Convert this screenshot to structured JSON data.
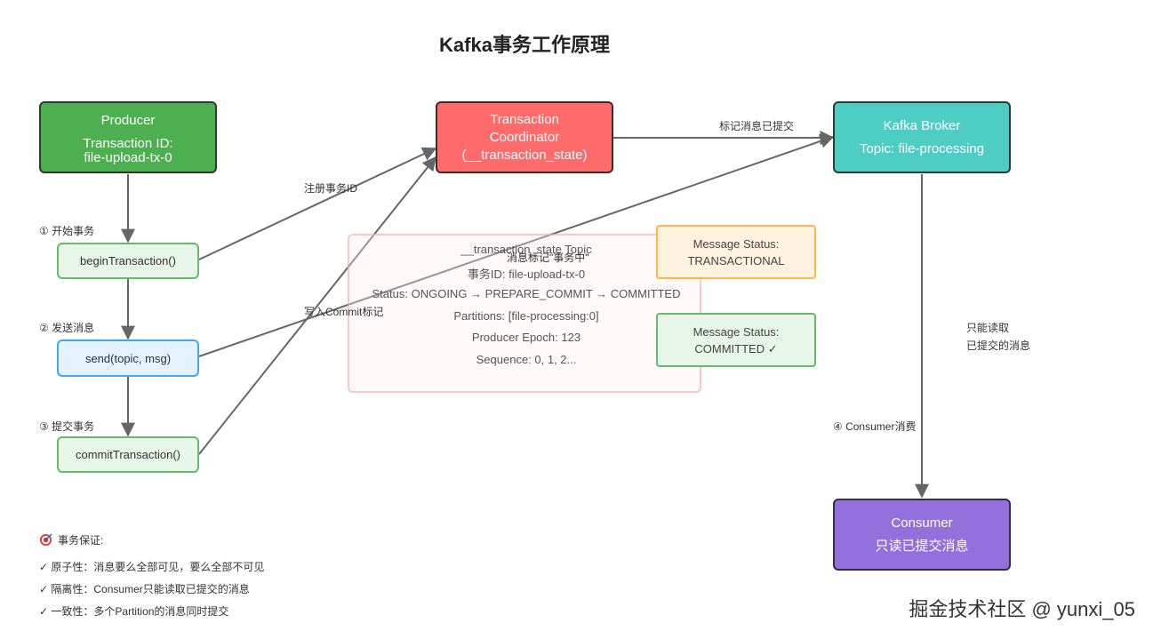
{
  "title": "Kafka事务工作原理",
  "nodes": {
    "producer": {
      "label": "Producer",
      "line2": "Transaction ID:",
      "line3": "file-upload-tx-0"
    },
    "coordinator": {
      "line1": "Transaction",
      "line2": "Coordinator",
      "line3": "(__transaction_state)"
    },
    "broker": {
      "label": "Kafka Broker",
      "line2": "Topic: file-processing"
    },
    "consumer": {
      "label": "Consumer",
      "line2": "只读已提交消息"
    }
  },
  "steps": {
    "begin": {
      "label": "beginTransaction()",
      "step_label": "① 开始事务"
    },
    "send": {
      "label": "send(topic, msg)",
      "step_label": "② 发送消息"
    },
    "commit": {
      "label": "commitTransaction()",
      "step_label": "③ 提交事务"
    }
  },
  "edge_labels": {
    "register": "注册事务ID",
    "mark_committed": "标记消息已提交",
    "mark_in_tx": "消息标记\"事务中\"",
    "write_commit": "写入Commit标记",
    "consume_step": "④ Consumer消费",
    "read_only_1": "只能读取",
    "read_only_2": "已提交的消息"
  },
  "state_topic": {
    "title": "__transaction_state Topic",
    "lines": [
      "事务ID: file-upload-tx-0",
      "Status: ONGOING → PREPARE_COMMIT → COMMITTED",
      "Partitions: [file-processing:0]",
      "Producer Epoch: 123",
      "Sequence: 0, 1, 2..."
    ]
  },
  "message_status": {
    "transactional": {
      "line1": "Message Status:",
      "line2": "TRANSACTIONAL"
    },
    "committed": {
      "line1": "Message Status:",
      "line2": "COMMITTED ✓"
    }
  },
  "guarantees": {
    "icon": "target-icon",
    "heading": "事务保证:",
    "items": [
      "✓ 原子性：消息要么全部可见，要么全部不可见",
      "✓ 隔离性：Consumer只能读取已提交的消息",
      "✓ 一致性：多个Partition的消息同时提交"
    ]
  },
  "watermark": "掘金技术社区 @ yunxi_05",
  "colors": {
    "producer": "#4caf50",
    "coordinator": "#ff6b6b",
    "broker": "#4ecdc4",
    "consumer": "#9370db",
    "arrow": "#666666"
  }
}
